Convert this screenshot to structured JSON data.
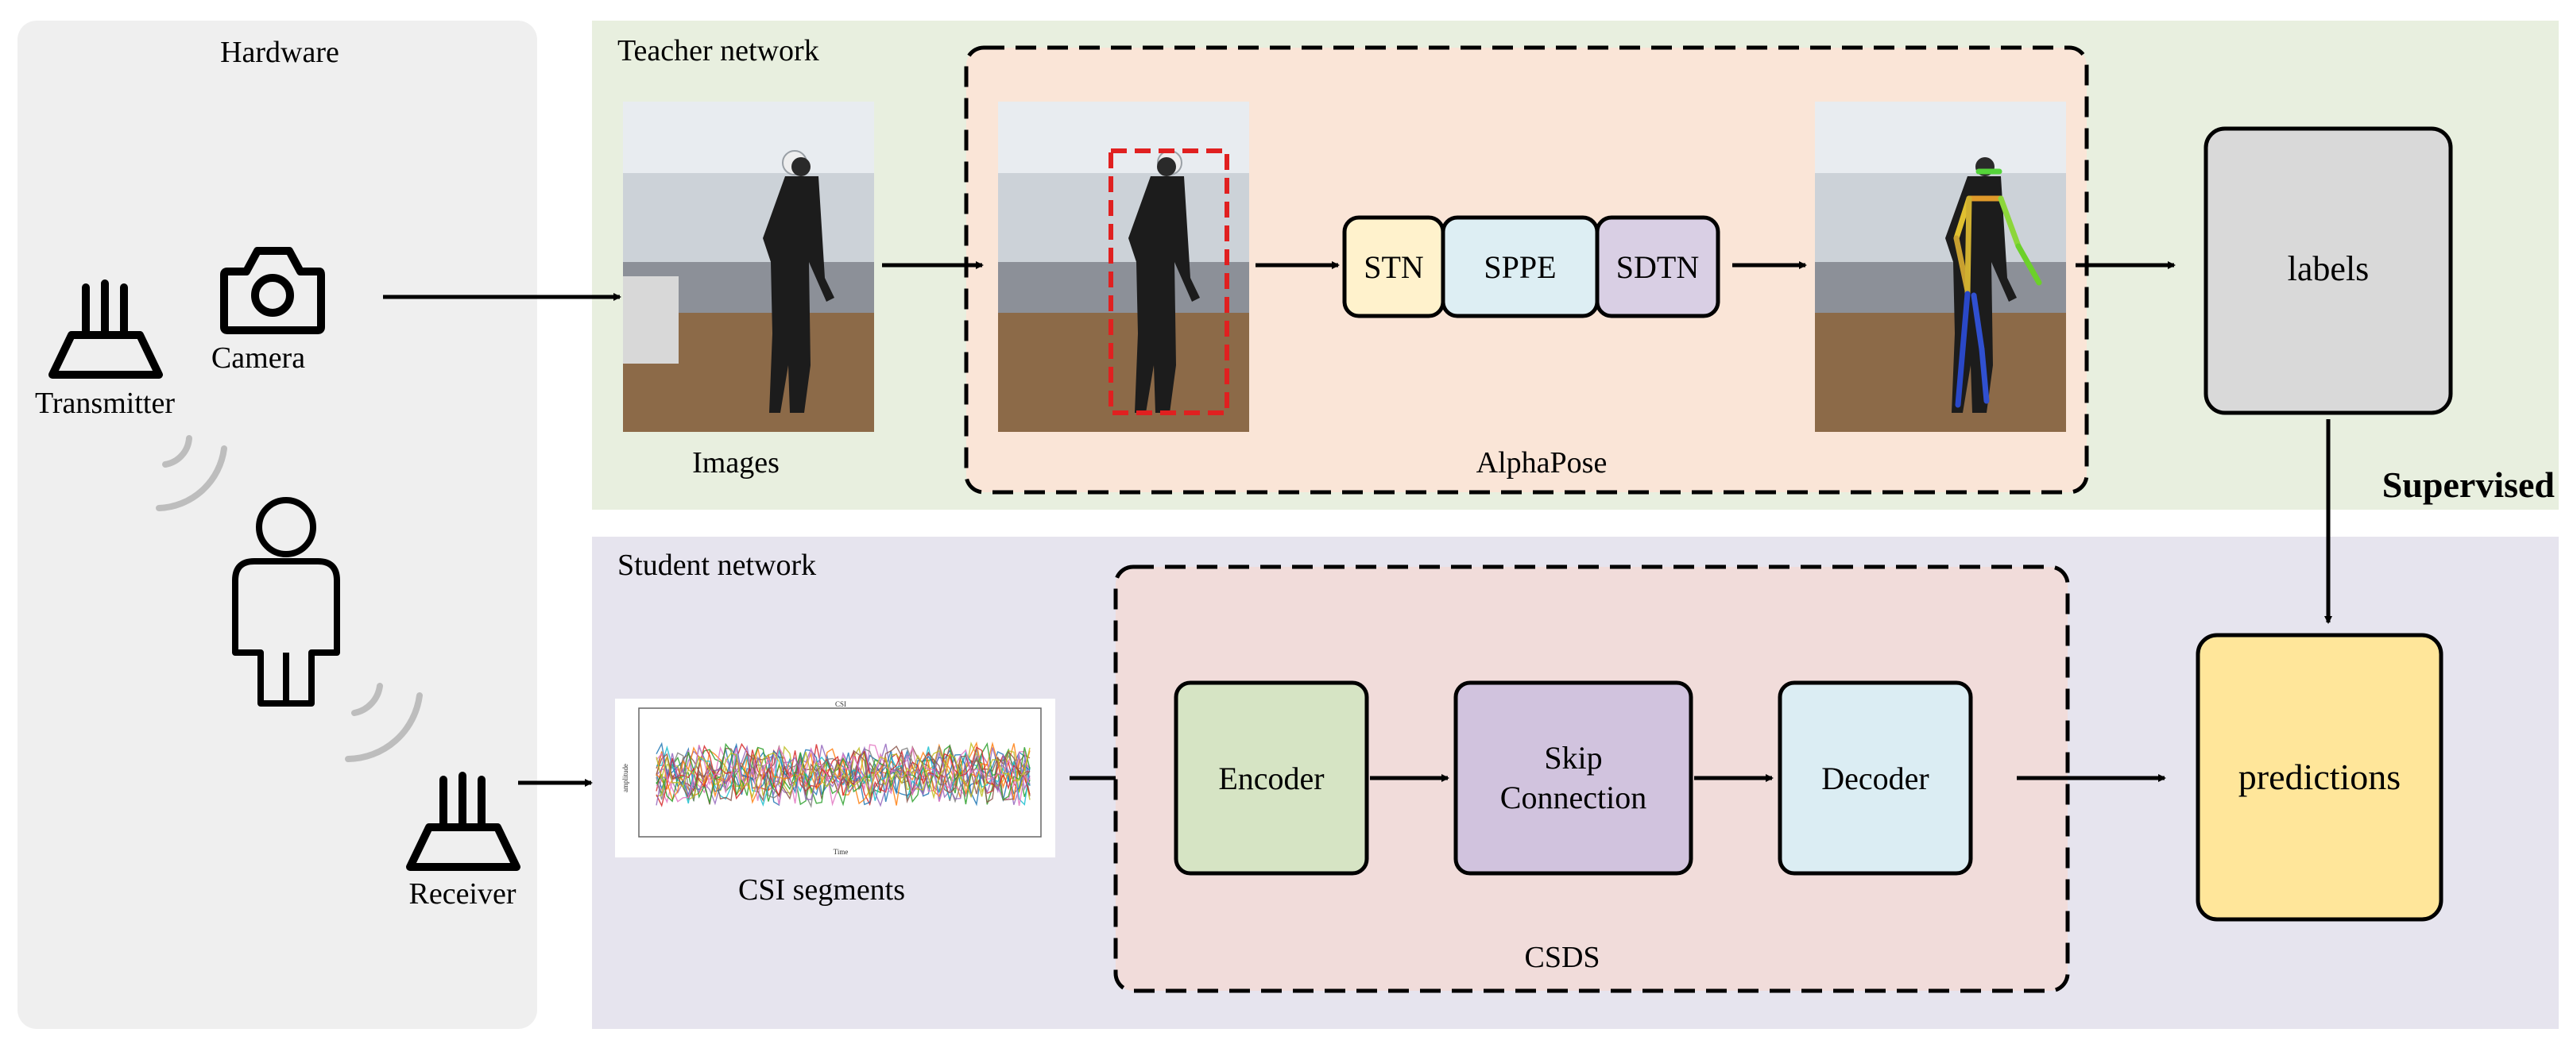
{
  "hardware": {
    "title": "Hardware",
    "transmitter_label": "Transmitter",
    "camera_label": "Camera",
    "receiver_label": "Receiver"
  },
  "teacher": {
    "title": "Teacher network",
    "images_label": "Images",
    "alphapose": {
      "label": "AlphaPose",
      "modules": [
        "STN",
        "SPPE",
        "SDTN"
      ],
      "module_colors": [
        "#FFF2CC",
        "#DDEEF3",
        "#D9CFE4"
      ]
    },
    "labels_box": "labels"
  },
  "supervised_label": "Supervised",
  "student": {
    "title": "Student network",
    "csi_label": "CSI segments",
    "plot_title": "CSI",
    "plot_xlabel": "Time",
    "plot_ylabel": "amplitude",
    "csds": {
      "label": "CSDS",
      "encoder": "Encoder",
      "skip_line1": "Skip",
      "skip_line2": "Connection",
      "decoder": "Decoder"
    },
    "predictions_box": "predictions"
  },
  "colors": {
    "hardware_bg": "#EFEFEF",
    "teacher_bg": "#E8EFDF",
    "student_bg": "#E6E4EE",
    "alphapose_bg": "#FAE5D7",
    "csds_bg": "#F1DCDA",
    "encoder": "#D6E4C4",
    "skip": "#D1C3DE",
    "decoder": "#DBEDF3",
    "labels": "#D9D9D9",
    "predictions": "#FFE69A"
  }
}
